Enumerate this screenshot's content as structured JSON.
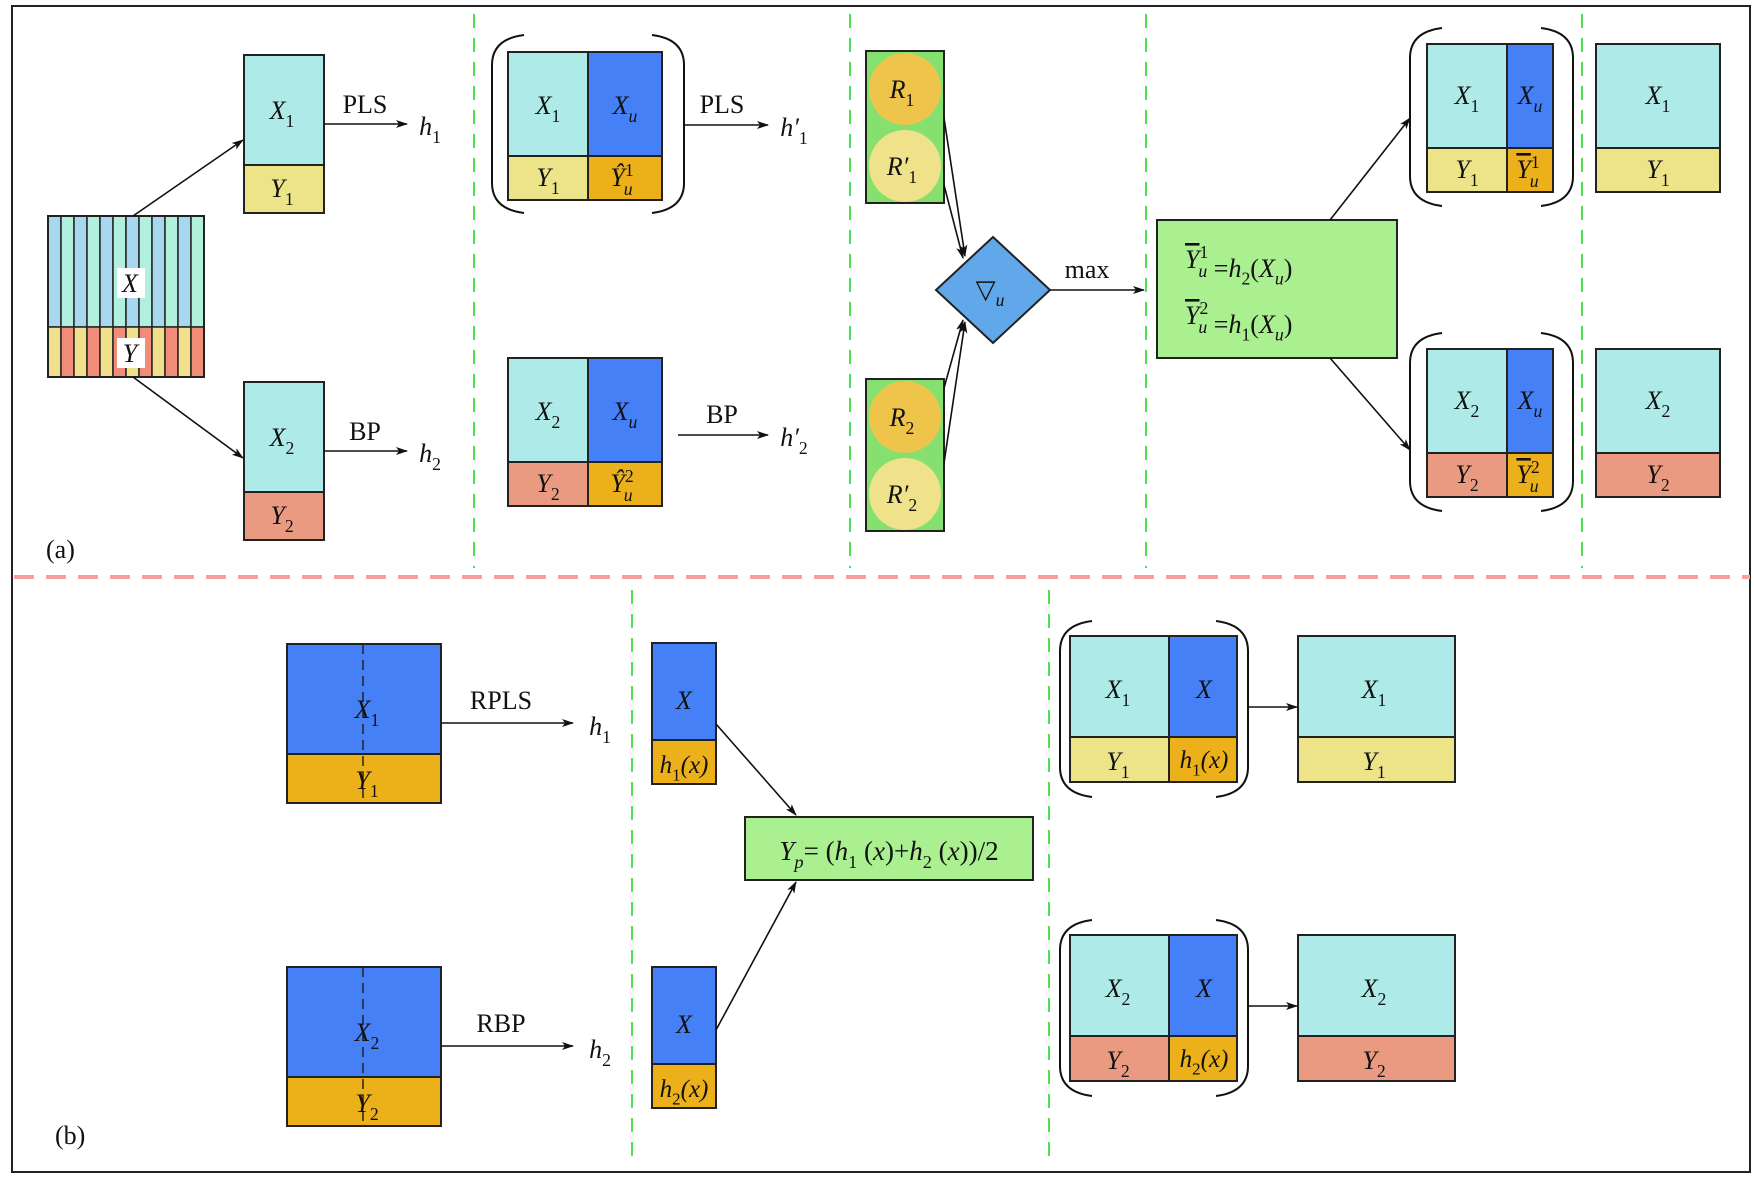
{
  "figure": {
    "panel_labels": {
      "a": "(a)",
      "b": "(b)"
    },
    "colors": {
      "light_cyan": "#aeeae8",
      "pale_yellow": "#ede48a",
      "salmon": "#eb9a82",
      "blue": "#4580f7",
      "orange": "#ecb01a",
      "formula_green": "#aaf090",
      "r_box_green": "#86e070",
      "r_circle_orange": "#eec44a",
      "r_circle_pale": "#f0e28a",
      "diamond_blue": "#60a8ea",
      "stripe_blue": "#a8d8f0",
      "stripe_mint": "#b0f0dc",
      "stripe_yellow": "#f0e08c",
      "stripe_salmon": "#f08c78",
      "separator_red": "#f8a0a0",
      "separator_green": "#4ee04e"
    },
    "panel_a": {
      "source": {
        "x_label": "X",
        "y_label": "Y",
        "stripe_count": 12
      },
      "split_top": {
        "x": "X",
        "x_sub": "1",
        "y": "Y",
        "y_sub": "1",
        "method": "PLS",
        "out": "h",
        "out_sub": "1"
      },
      "split_bottom": {
        "x": "X",
        "x_sub": "2",
        "y": "Y",
        "y_sub": "2",
        "method": "BP",
        "out": "h",
        "out_sub": "2"
      },
      "aug_top": {
        "x": "X",
        "x_sub": "1",
        "xu": "X",
        "xu_sub": "u",
        "y": "Y",
        "y_sub": "1",
        "yhat": "Ŷ",
        "yhat_sup": "1",
        "yhat_sub": "u",
        "method": "PLS",
        "out": "h′",
        "out_sub": "1"
      },
      "aug_bottom": {
        "x": "X",
        "x_sub": "2",
        "xu": "X",
        "xu_sub": "u",
        "y": "Y",
        "y_sub": "2",
        "yhat": "Ŷ",
        "yhat_sup": "2",
        "yhat_sub": "u",
        "method": "BP",
        "out": "h′",
        "out_sub": "2"
      },
      "residuals_top": [
        {
          "label": "R",
          "sub": "1"
        },
        {
          "label": "R′",
          "sub": "1"
        }
      ],
      "residuals_bottom": [
        {
          "label": "R",
          "sub": "2"
        },
        {
          "label": "R′",
          "sub": "2"
        }
      ],
      "selector": {
        "symbol": "▽",
        "sub": "u",
        "arrow_label": "max"
      },
      "formula": [
        {
          "lhs": "Y",
          "sup": "1",
          "sub": "u",
          "rhs_fn": "h",
          "rhs_sub": "2",
          "arg": "X",
          "arg_sub": "u"
        },
        {
          "lhs": "Y",
          "sup": "2",
          "sub": "u",
          "rhs_fn": "h",
          "rhs_sub": "1",
          "arg": "X",
          "arg_sub": "u"
        }
      ],
      "result_top": {
        "x": "X",
        "x_sub": "1",
        "xu": "X",
        "xu_sub": "u",
        "y": "Y",
        "y_sub": "1",
        "ybar": "Y",
        "ybar_sup": "1",
        "ybar_sub": "u",
        "final_x": "X",
        "final_x_sub": "1",
        "final_y": "Y",
        "final_y_sub": "1"
      },
      "result_bottom": {
        "x": "X",
        "x_sub": "2",
        "xu": "X",
        "xu_sub": "u",
        "y": "Y",
        "y_sub": "2",
        "ybar": "Y",
        "ybar_sup": "2",
        "ybar_sub": "u",
        "final_x": "X",
        "final_x_sub": "2",
        "final_y": "Y",
        "final_y_sub": "2"
      }
    },
    "panel_b": {
      "train_top": {
        "x": "X",
        "x_sub": "1",
        "y": "Y",
        "y_sub": "1",
        "method": "RPLS",
        "out": "h",
        "out_sub": "1"
      },
      "train_bottom": {
        "x": "X",
        "x_sub": "2",
        "y": "Y",
        "y_sub": "2",
        "method": "RBP",
        "out": "h",
        "out_sub": "2"
      },
      "predict_top": {
        "x": "X",
        "pred": "h",
        "pred_sub": "1",
        "pred_arg": "(x)"
      },
      "predict_bottom": {
        "x": "X",
        "pred": "h",
        "pred_sub": "2",
        "pred_arg": "(x)"
      },
      "combine_formula": {
        "lhs": "Y",
        "lhs_sub": "p",
        "rhs_1": "= (h",
        "rhs_sub1": "1",
        "rhs_2": " (x)+h",
        "rhs_sub2": "2",
        "rhs_3": " (x))/2"
      },
      "update_top": {
        "x": "X",
        "x_sub": "1",
        "xu": "X",
        "y": "Y",
        "y_sub": "1",
        "pred": "h",
        "pred_sub": "1",
        "pred_arg": "(x)",
        "final_x": "X",
        "final_x_sub": "1",
        "final_y": "Y",
        "final_y_sub": "1"
      },
      "update_bottom": {
        "x": "X",
        "x_sub": "2",
        "xu": "X",
        "y": "Y",
        "y_sub": "2",
        "pred": "h",
        "pred_sub": "2",
        "pred_arg": "(x)",
        "final_x": "X",
        "final_x_sub": "2",
        "final_y": "Y",
        "final_y_sub": "2"
      }
    }
  }
}
